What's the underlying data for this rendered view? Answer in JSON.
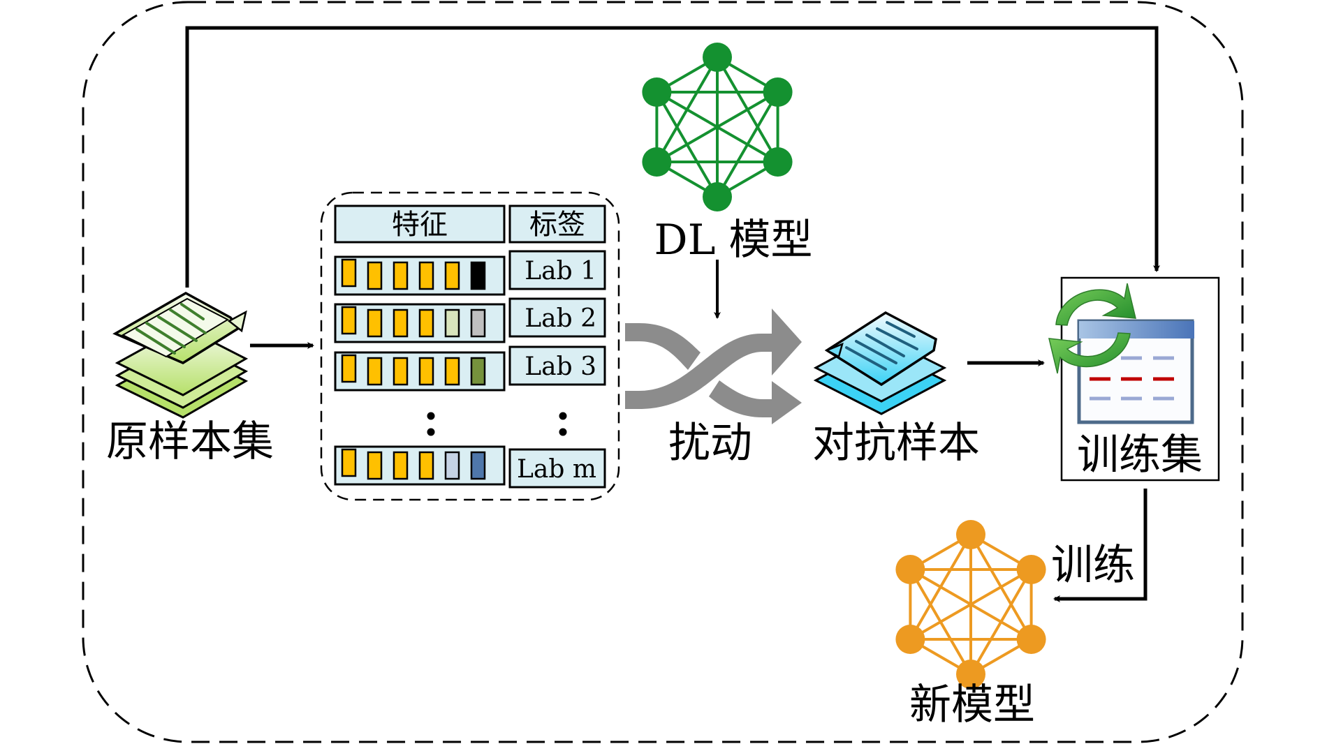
{
  "diagram": {
    "title": "Adversarial training pipeline",
    "nodes": {
      "original_set": {
        "label": "原样本集",
        "icon": "stacked-documents-icon",
        "color": "#c8ec8a"
      },
      "dataset_table": {
        "header_features": "特征",
        "header_labels": "标签",
        "rows": [
          {
            "label": "Lab 1",
            "feature_colors": [
              "#ffc000",
              "#ffc000",
              "#ffc000",
              "#ffc000",
              "#ffc000",
              "#000000"
            ]
          },
          {
            "label": "Lab 2",
            "feature_colors": [
              "#ffc000",
              "#ffc000",
              "#ffc000",
              "#ffc000",
              "#d8e4bc",
              "#bfbfbf"
            ]
          },
          {
            "label": "Lab 3",
            "feature_colors": [
              "#ffc000",
              "#ffc000",
              "#ffc000",
              "#ffc000",
              "#ffc000",
              "#76923c"
            ]
          },
          {
            "label": "Lab m",
            "feature_colors": [
              "#ffc000",
              "#ffc000",
              "#ffc000",
              "#ffc000",
              "#c5d3e5",
              "#4f77aa"
            ]
          }
        ],
        "ellipsis": "⋮",
        "cell_fill": "#daeef3"
      },
      "dl_model": {
        "label": "DL 模型",
        "icon": "neural-network-icon",
        "color": "#149130"
      },
      "perturbation": {
        "label": "扰动",
        "icon": "shuffle-arrows-icon",
        "color": "#8c8c8c"
      },
      "adversarial_samples": {
        "label": "对抗样本",
        "icon": "stacked-documents-icon",
        "color": "#5fd6f3"
      },
      "training_set": {
        "label": "训练集",
        "icon": "refresh-table-icon",
        "accent_red": "#c00000",
        "accent_blue": "#4a74b8",
        "arrow_green": "#3fa132"
      },
      "new_model": {
        "label": "新模型",
        "icon": "neural-network-icon",
        "color": "#ed9a21"
      }
    },
    "edges": [
      {
        "from": "original_set",
        "to": "dataset_table",
        "label": ""
      },
      {
        "from": "original_set",
        "to": "training_set",
        "label": ""
      },
      {
        "from": "dl_model",
        "to": "perturbation",
        "label": ""
      },
      {
        "from": "perturbation",
        "to": "adversarial_samples",
        "label": ""
      },
      {
        "from": "adversarial_samples",
        "to": "training_set",
        "label": ""
      },
      {
        "from": "training_set",
        "to": "new_model",
        "label": "训练"
      }
    ]
  }
}
